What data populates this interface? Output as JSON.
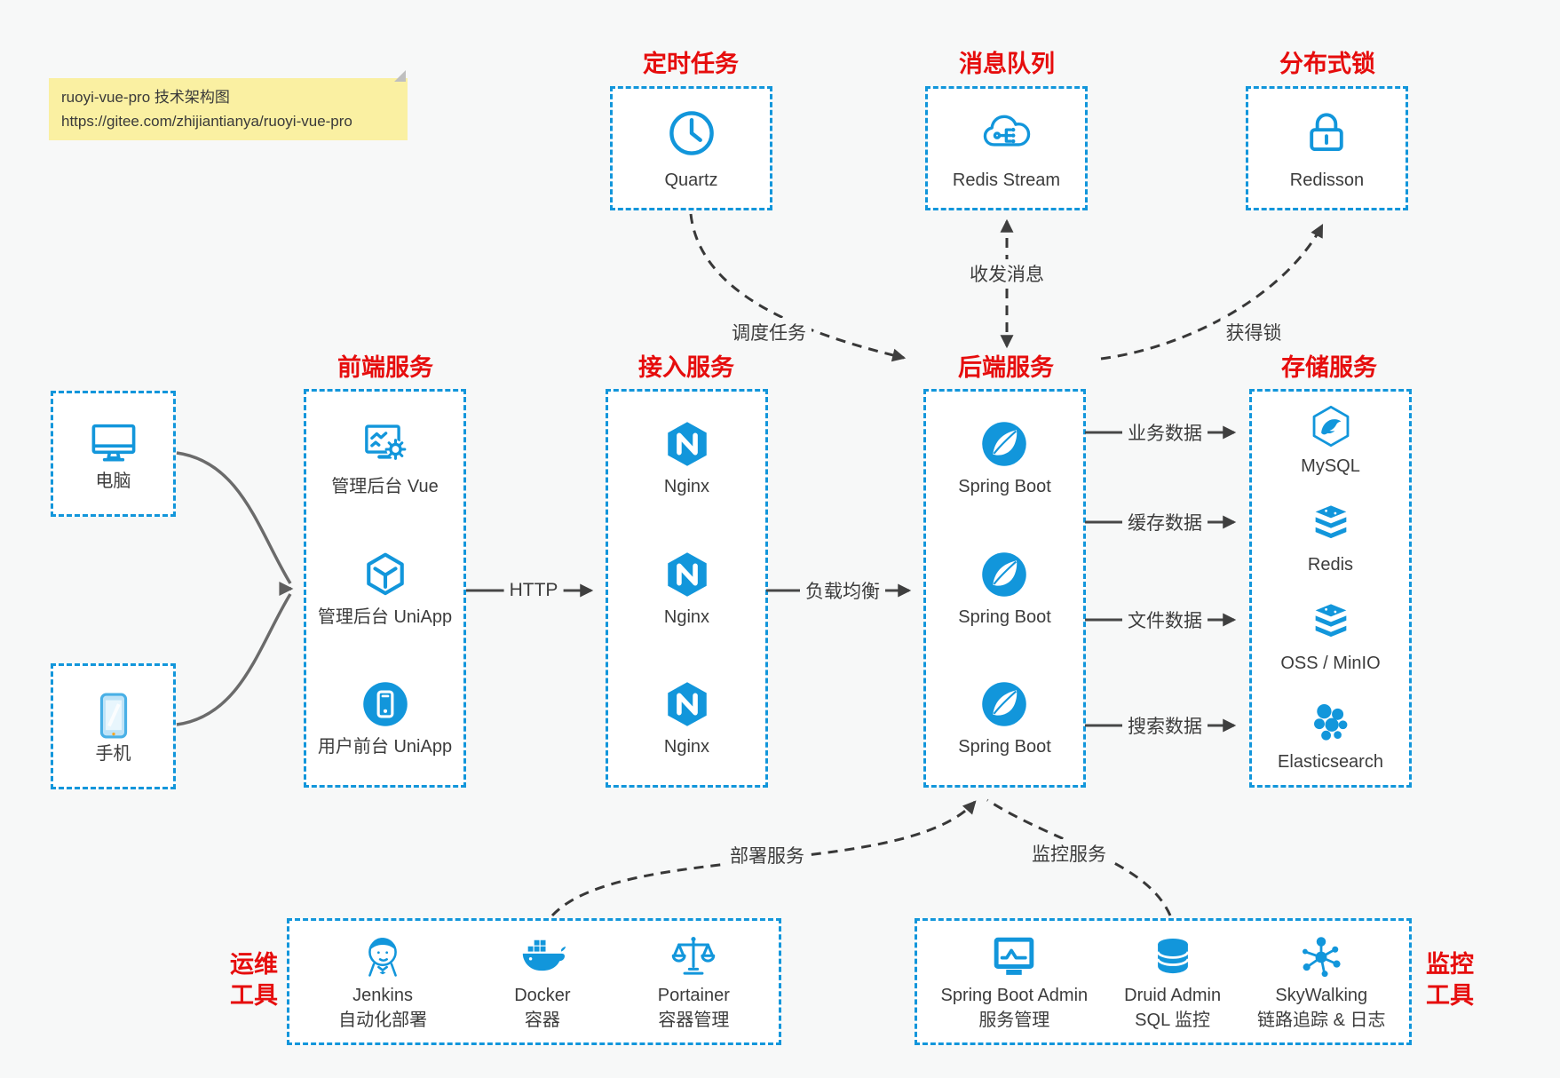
{
  "note": {
    "line1": "ruoyi-vue-pro 技术架构图",
    "line2": "https://gitee.com/zhijiantianya/ruoyi-vue-pro"
  },
  "colors": {
    "accent": "#1296db",
    "title_red": "#e60d0d",
    "background": "#f7f8f8",
    "arrow": "#3f3f3f"
  },
  "top_services": [
    {
      "title": "定时任务",
      "label": "Quartz",
      "icon": "clock"
    },
    {
      "title": "消息队列",
      "label": "Redis Stream",
      "icon": "cloud-network"
    },
    {
      "title": "分布式锁",
      "label": "Redisson",
      "icon": "lock"
    }
  ],
  "clients": [
    {
      "label": "电脑",
      "icon": "desktop"
    },
    {
      "label": "手机",
      "icon": "phone"
    }
  ],
  "columns": [
    {
      "title": "前端服务",
      "items": [
        {
          "label": "管理后台 Vue",
          "icon": "admin-screen"
        },
        {
          "label": "管理后台 UniApp",
          "icon": "cube"
        },
        {
          "label": "用户前台 UniApp",
          "icon": "mobile-app"
        }
      ]
    },
    {
      "title": "接入服务",
      "items": [
        {
          "label": "Nginx",
          "icon": "nginx"
        },
        {
          "label": "Nginx",
          "icon": "nginx"
        },
        {
          "label": "Nginx",
          "icon": "nginx"
        }
      ]
    },
    {
      "title": "后端服务",
      "items": [
        {
          "label": "Spring Boot",
          "icon": "spring"
        },
        {
          "label": "Spring Boot",
          "icon": "spring"
        },
        {
          "label": "Spring Boot",
          "icon": "spring"
        }
      ]
    },
    {
      "title": "存储服务",
      "items": [
        {
          "label": "MySQL",
          "icon": "mysql"
        },
        {
          "label": "Redis",
          "icon": "stack"
        },
        {
          "label": "OSS / MinIO",
          "icon": "stack"
        },
        {
          "label": "Elasticsearch",
          "icon": "elastic"
        }
      ]
    }
  ],
  "flow_labels": {
    "http": "HTTP",
    "load_balance": "负载均衡",
    "schedule": "调度任务",
    "message": "收发消息",
    "lock": "获得锁",
    "business": "业务数据",
    "cache": "缓存数据",
    "file": "文件数据",
    "search": "搜索数据",
    "deploy": "部署服务",
    "monitor": "监控服务"
  },
  "ops_tools": {
    "group_label": [
      "运维",
      "工具"
    ],
    "items": [
      {
        "name": "Jenkins",
        "desc": "自动化部署",
        "icon": "jenkins"
      },
      {
        "name": "Docker",
        "desc": "容器",
        "icon": "docker"
      },
      {
        "name": "Portainer",
        "desc": "容器管理",
        "icon": "portainer"
      }
    ]
  },
  "monitor_tools": {
    "group_label": [
      "监控",
      "工具"
    ],
    "items": [
      {
        "name": "Spring Boot Admin",
        "desc": "服务管理",
        "icon": "monitor-chart"
      },
      {
        "name": "Druid Admin",
        "desc": "SQL 监控",
        "icon": "database"
      },
      {
        "name": "SkyWalking",
        "desc": "链路追踪 & 日志",
        "icon": "topology"
      }
    ]
  }
}
